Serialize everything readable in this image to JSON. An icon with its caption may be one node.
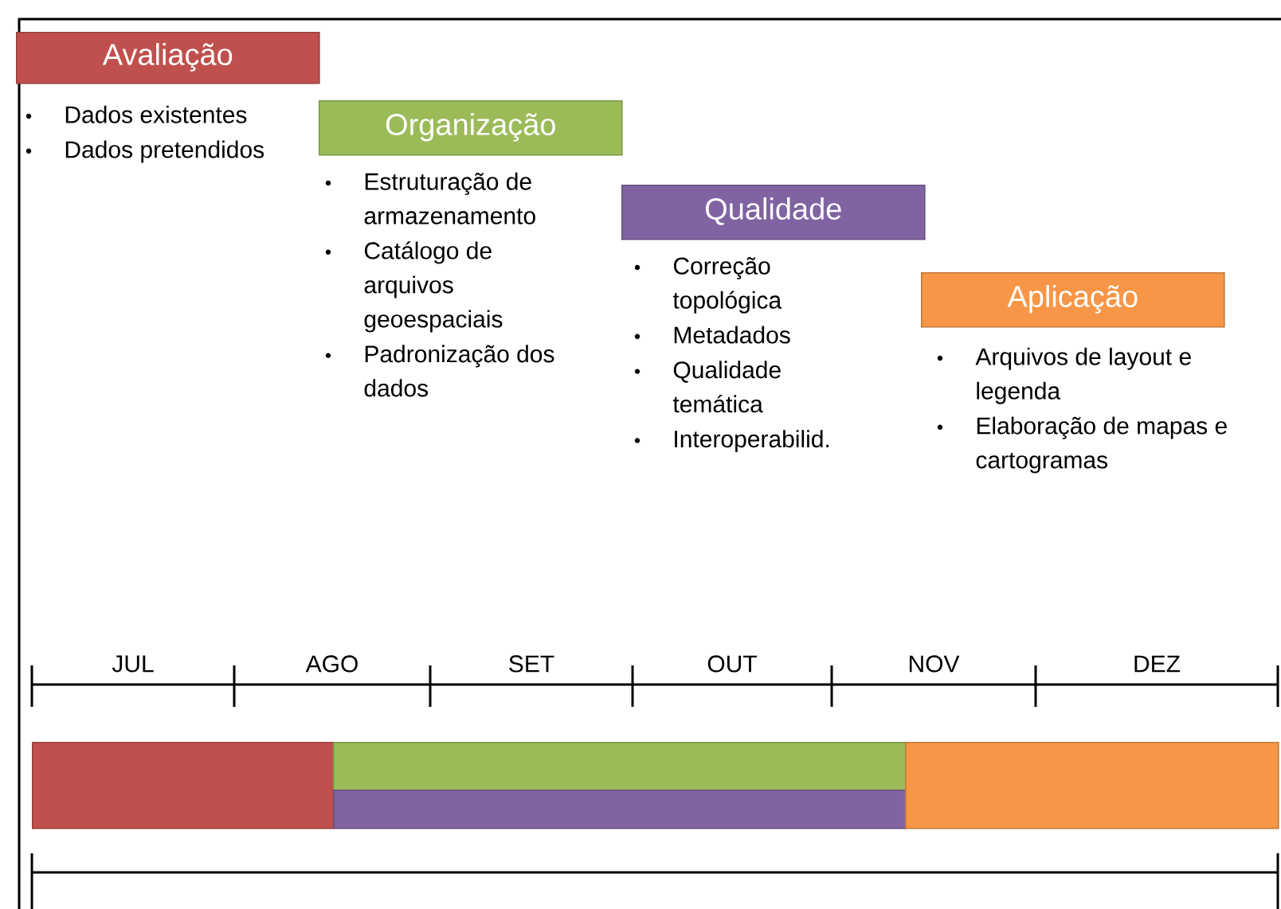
{
  "diagram": {
    "nodes": [
      {
        "text": [
          "Avaliação"
        ],
        "beside": [
          "Dados existentes",
          "Dados pretendidos"
        ]
      },
      {
        "text": [
          "Organização"
        ],
        "beside": [
          "Estruturação de armazenamento",
          "Catálogo de arquivos geoespaciais",
          "Padronização dos dados"
        ]
      },
      {
        "text": [
          "Qualidade"
        ],
        "beside": [
          "Correção topológica",
          "Metadados",
          "Qualidade temática",
          "Interoperabilid."
        ]
      },
      {
        "text": [
          "Aplicação"
        ],
        "beside": [
          "Arquivos de layout e legenda",
          "Elaboração de mapas e cartogramas"
        ]
      },
      {
        "text": [],
        "shape": "bar"
      },
      {
        "text": [],
        "shape": "bar"
      },
      {
        "text": [],
        "shape": "bar"
      },
      {
        "text": [],
        "shape": "bar"
      }
    ],
    "labels": [
      "JUL",
      "AGO",
      "SET",
      "OUT",
      "NOV",
      "DEZ"
    ]
  }
}
